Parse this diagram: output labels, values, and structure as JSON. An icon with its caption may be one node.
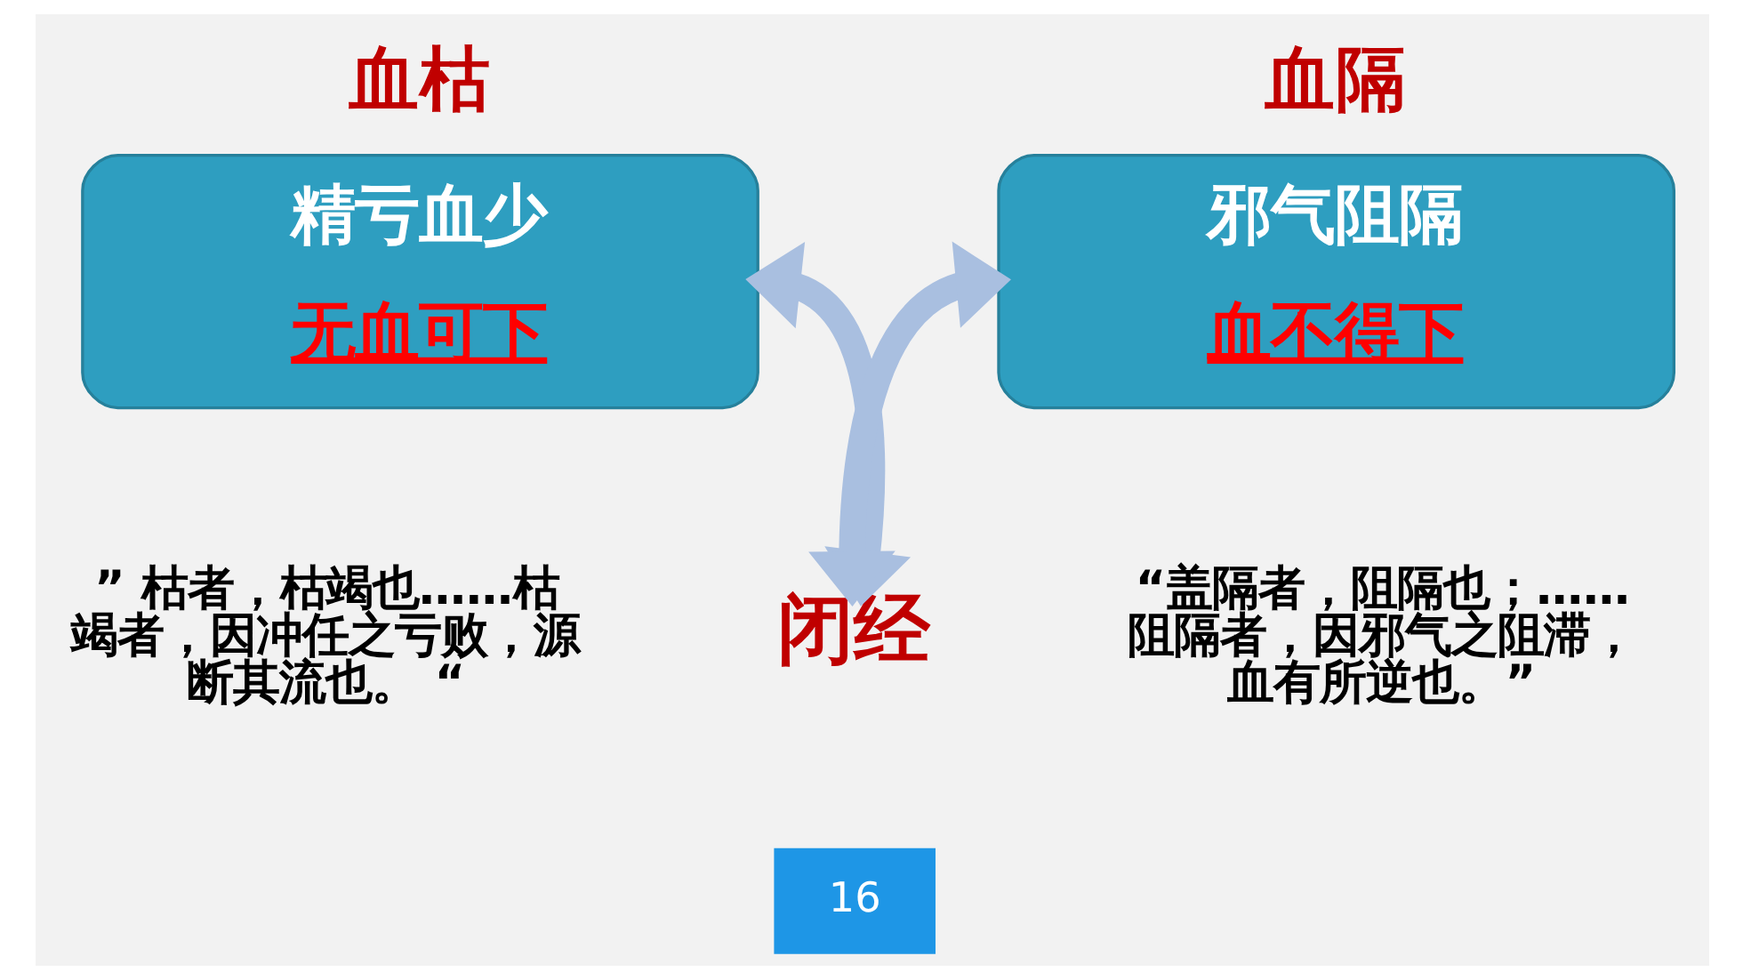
{
  "diagram": {
    "nodes": [
      {
        "text": [
          "血枯",
          "精亏血少",
          "无血可下"
        ],
        "beside": [
          "” 枯者，枯竭也……枯竭者，因冲任之亏败，源断其流也。 “"
        ]
      },
      {
        "text": [
          "血隔",
          "邪气阻隔",
          "血不得下"
        ],
        "beside": [
          "“盖隔者，阻隔也；……阻隔者，因邪气之阻滞，血有所逆也。”"
        ]
      },
      {
        "text": [
          "闭经"
        ]
      }
    ],
    "edges": [
      {
        "from": 0,
        "to": 2,
        "arrow": "both"
      },
      {
        "from": 1,
        "to": 2,
        "arrow": "both"
      }
    ],
    "labels": [
      "16"
    ]
  }
}
